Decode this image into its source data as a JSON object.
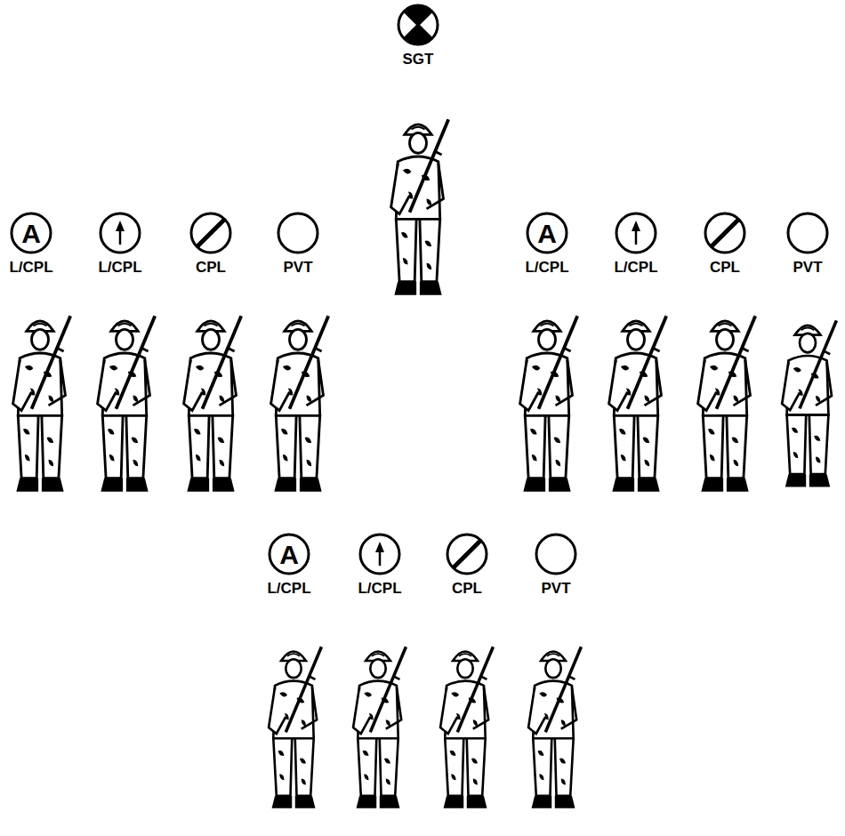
{
  "diagram": {
    "nodes": [
      {
        "text": [
          "SGT"
        ]
      },
      {
        "text": [
          "A",
          "L/CPL"
        ]
      },
      {
        "text": [
          "L/CPL"
        ]
      },
      {
        "text": [
          "CPL"
        ]
      },
      {
        "text": [
          "PVT"
        ]
      },
      {
        "text": [
          "A",
          "L/CPL"
        ]
      },
      {
        "text": [
          "L/CPL"
        ]
      },
      {
        "text": [
          "CPL"
        ]
      },
      {
        "text": [
          "PVT"
        ]
      },
      {
        "text": [
          "A",
          "L/CPL"
        ]
      },
      {
        "text": [
          "L/CPL"
        ]
      },
      {
        "text": [
          "CPL"
        ]
      },
      {
        "text": [
          "PVT"
        ]
      }
    ]
  }
}
